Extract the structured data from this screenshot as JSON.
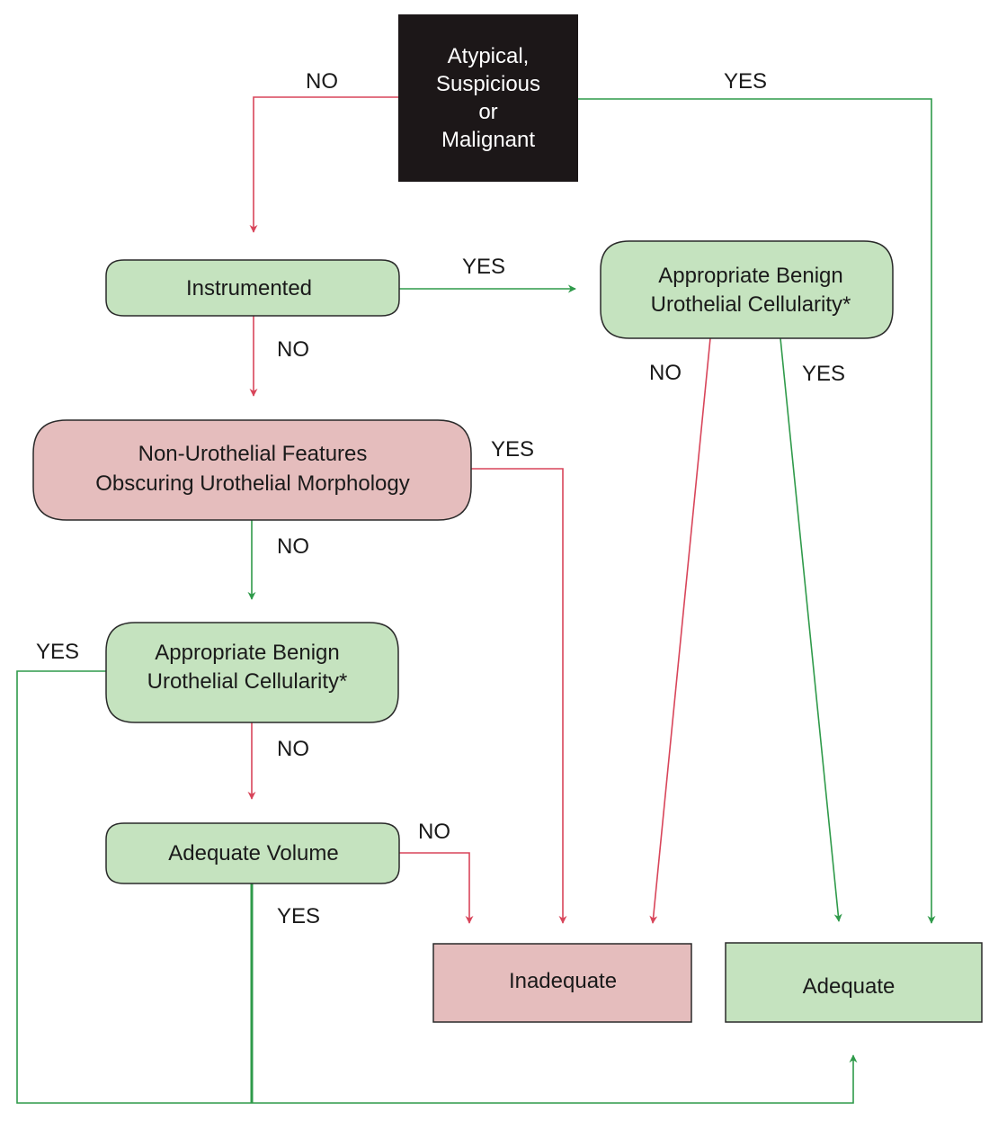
{
  "colors": {
    "red_arrow": "#d8455a",
    "green_arrow": "#2f9a4a",
    "green_box": "#c5e3bf",
    "red_box": "#e5bdbd",
    "start_box": "#1c1718",
    "border": "#2a2a2a"
  },
  "nodes": {
    "start": {
      "lines": [
        "Atypical,",
        "Suspicious",
        "or",
        "Malignant"
      ]
    },
    "instrumented": {
      "lines": [
        "Instrumented"
      ]
    },
    "benign_right": {
      "lines": [
        "Appropriate Benign",
        "Urothelial Cellularity*"
      ]
    },
    "non_urothelial": {
      "lines": [
        "Non-Urothelial Features",
        "Obscuring Urothelial Morphology"
      ]
    },
    "benign_left": {
      "lines": [
        "Appropriate Benign",
        "Urothelial Cellularity*"
      ]
    },
    "adequate_volume": {
      "lines": [
        "Adequate Volume"
      ]
    },
    "inadequate": {
      "lines": [
        "Inadequate"
      ]
    },
    "adequate": {
      "lines": [
        "Adequate"
      ]
    }
  },
  "edge_labels": {
    "start_no": "NO",
    "start_yes": "YES",
    "instrumented_yes": "YES",
    "instrumented_no": "NO",
    "benign_right_no": "NO",
    "benign_right_yes": "YES",
    "non_urothelial_yes": "YES",
    "non_urothelial_no": "NO",
    "benign_left_yes": "YES",
    "benign_left_no": "NO",
    "volume_no": "NO",
    "volume_yes": "YES"
  }
}
